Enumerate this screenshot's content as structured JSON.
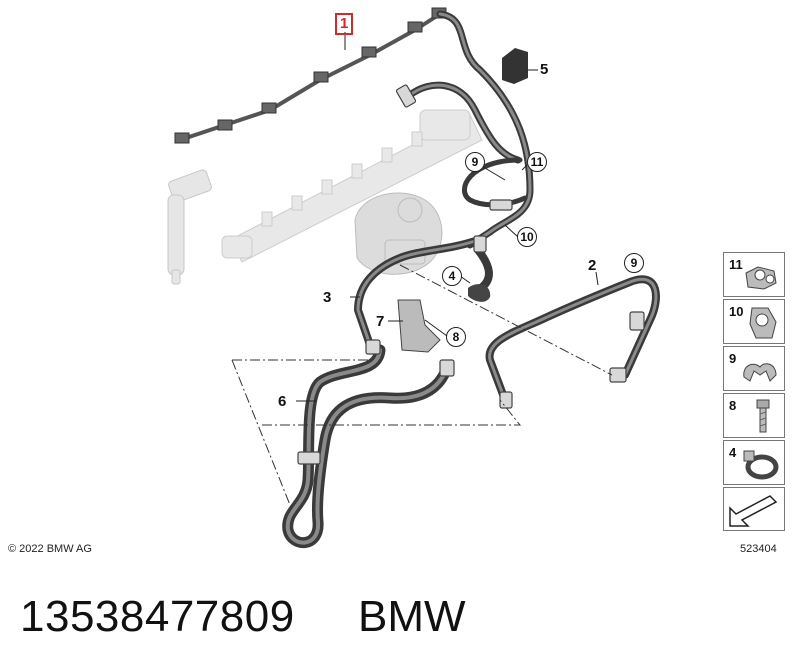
{
  "callouts": {
    "c1": "1",
    "c2": "2",
    "c3": "3",
    "c4": "4",
    "c5": "5",
    "c6": "6",
    "c7": "7",
    "c8": "8",
    "c9a": "9",
    "c9b": "9",
    "c10": "10",
    "c11": "11"
  },
  "legend": {
    "items": [
      {
        "number": "11",
        "icon": "hose-clip-double-icon"
      },
      {
        "number": "10",
        "icon": "hose-clip-holder-icon"
      },
      {
        "number": "9",
        "icon": "open-clip-icon"
      },
      {
        "number": "8",
        "icon": "bolt-icon"
      },
      {
        "number": "4",
        "icon": "hose-clamp-icon"
      }
    ]
  },
  "footer": {
    "copyright": "© 2022 BMW AG",
    "diagram_number": "523404"
  },
  "caption": {
    "part_number": "13538477809",
    "brand": "BMW"
  }
}
